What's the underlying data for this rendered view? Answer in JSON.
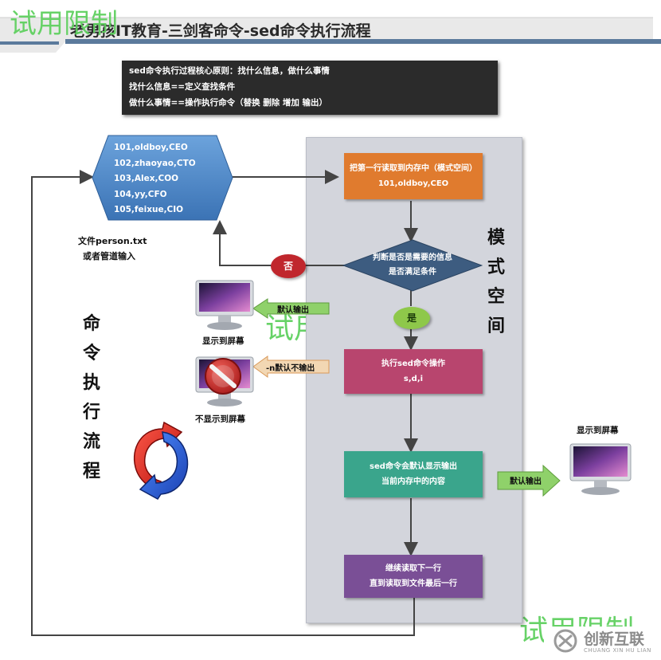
{
  "title": "老男孩IT教育-三剑客命令-sed命令执行流程",
  "watermarks": [
    "试用限制",
    "试用限制",
    "试用限制",
    "创新互联",
    "CHUANG XIN HU LIAN"
  ],
  "principles": [
    "sed命令执行过程核心原则：找什么信息，做什么事情",
    "找什么信息==定义查找条件",
    "做什么事情==操作执行命令（替换 删除 增加 输出）"
  ],
  "input_file": {
    "lines": [
      "101,oldboy,CEO",
      "102,zhaoyao,CTO",
      "103,Alex,COO",
      "104,yy,CFO",
      "105,feixue,CIO"
    ],
    "caption_line1": "文件person.txt",
    "caption_line2": "或者管道输入"
  },
  "mode_space_label": [
    "模",
    "式",
    "空",
    "间"
  ],
  "process_label": [
    "命",
    "令",
    "执",
    "行",
    "流",
    "程"
  ],
  "steps": {
    "read": {
      "line1": "把第一行读取到内存中（模式空间）",
      "line2": "101,oldboy,CEO"
    },
    "decision": {
      "line1": "判断是否是需要的信息",
      "line2": "是否满足条件"
    },
    "no": "否",
    "yes": "是",
    "execute": {
      "line1": "执行sed命令操作",
      "line2": "s,d,i"
    },
    "output": {
      "line1": "sed命令会默认显示输出",
      "line2": "当前内存中的内容"
    },
    "next": {
      "line1": "继续读取下一行",
      "line2": "直到读取到文件最后一行"
    }
  },
  "arrows": {
    "default_output": "默认输出",
    "n_no_output": "-n默认不输出",
    "default_output_right": "默认输出"
  },
  "screens": {
    "shown": "显示到屏幕",
    "not_shown": "不显示到屏幕",
    "shown_right": "显示到屏幕"
  },
  "colors": {
    "read_box": "#e07b2e",
    "decision": "#3d5c80",
    "no_bubble": "#c0272d",
    "yes_bubble": "#8ec84a",
    "execute_box": "#b8456e",
    "output_box": "#3aa58c",
    "next_box": "#7a4f96",
    "input_hex": "#4a86c8",
    "green_arrow": "#8fd16a",
    "mode_panel": "#d3d5dc"
  }
}
